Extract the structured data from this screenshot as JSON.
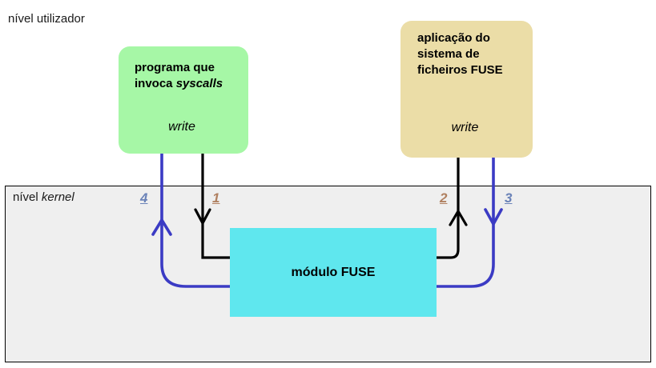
{
  "diagram": {
    "title_user_level": "nível utilizador",
    "kernel_level_prefix": "nível ",
    "kernel_level_italic": "kernel",
    "colors": {
      "user_program_box": "#a6f7a6",
      "fuse_app_box": "#ebdda7",
      "fuse_module_box": "#5fe7ee",
      "kernel_region": "#efefef",
      "blue_arrow": "#3b3bc4",
      "black_arrow": "#000000",
      "step_blue_text": "#6b83b8",
      "step_brown_text": "#b08060"
    },
    "boxes": {
      "user_program": {
        "title_line1": "programa que",
        "title_line2_prefix": "invoca ",
        "title_line2_italic": "syscalls",
        "call": "write"
      },
      "fuse_app": {
        "title_line1": "aplicação do",
        "title_line2": "sistema de",
        "title_line3": "ficheiros FUSE",
        "call": "write"
      },
      "fuse_module": {
        "label": "módulo FUSE"
      }
    },
    "steps": [
      {
        "id": "1",
        "label": "1",
        "color": "#b08060",
        "from": "user_program",
        "to": "fuse_module",
        "arrow_color": "#000000"
      },
      {
        "id": "2",
        "label": "2",
        "color": "#b08060",
        "from": "fuse_module",
        "to": "fuse_app",
        "arrow_color": "#000000"
      },
      {
        "id": "3",
        "label": "3",
        "color": "#6b83b8",
        "from": "fuse_app",
        "to": "fuse_module",
        "arrow_color": "#3b3bc4"
      },
      {
        "id": "4",
        "label": "4",
        "color": "#6b83b8",
        "from": "fuse_module",
        "to": "user_program",
        "arrow_color": "#3b3bc4"
      }
    ]
  }
}
